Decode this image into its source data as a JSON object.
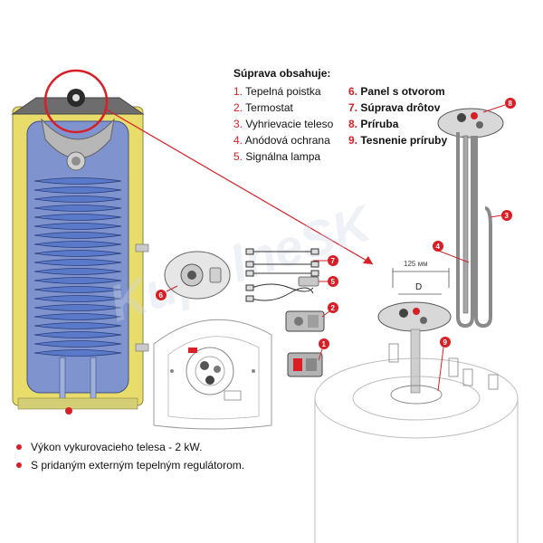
{
  "kit": {
    "title": "Súprava obsahuje:",
    "items": [
      {
        "num": "1.",
        "label": "Tepelná poistka",
        "bold": false
      },
      {
        "num": "2.",
        "label": "Termostat",
        "bold": false
      },
      {
        "num": "3.",
        "label": "Vyhrievacie teleso",
        "bold": false
      },
      {
        "num": "4.",
        "label": "Anódová ochrana",
        "bold": false
      },
      {
        "num": "5.",
        "label": "Signálna lampa",
        "bold": false
      },
      {
        "num": "6.",
        "label": "Panel s otvorom",
        "bold": true
      },
      {
        "num": "7.",
        "label": "Súprava drôtov",
        "bold": true
      },
      {
        "num": "8.",
        "label": "Príruba",
        "bold": true
      },
      {
        "num": "9.",
        "label": "Tesnenie príruby",
        "bold": true
      }
    ]
  },
  "notes": [
    "Výkon vykurovacieho telesa - 2 kW.",
    "S pridaným externým tepelným regulátorom."
  ],
  "callouts": [
    "1",
    "2",
    "3",
    "4",
    "5",
    "6",
    "7",
    "8",
    "9"
  ],
  "dimension": {
    "value": "125 мм",
    "symbol": "D"
  },
  "watermark": "KupelneSK",
  "colors": {
    "accent": "#d81f26",
    "tank_yellow": "#e8dd6a",
    "coil_blue": "#5a79c8",
    "tank_inner": "#7f93cf"
  }
}
